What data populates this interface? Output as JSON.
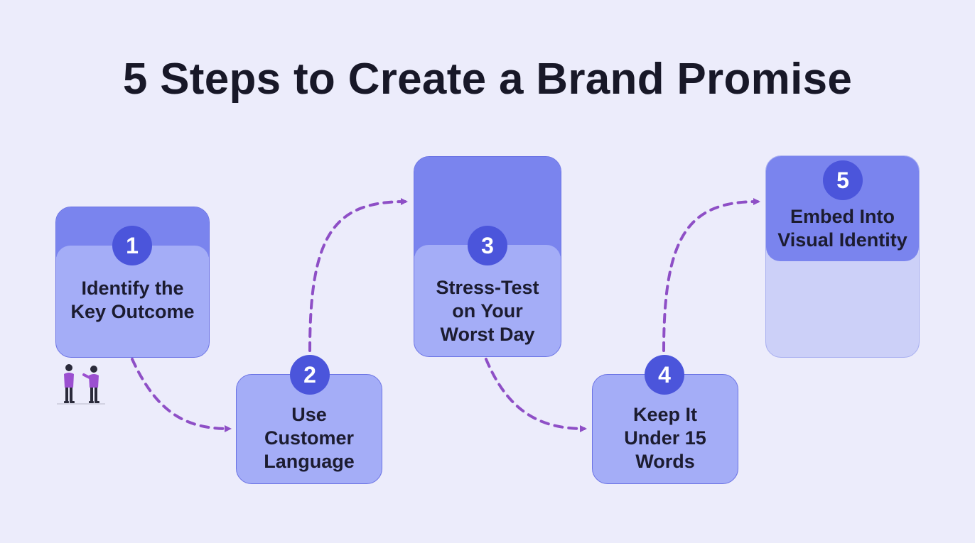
{
  "title": "5 Steps to Create a Brand Promise",
  "colors": {
    "background": "#ececfb",
    "card_fill": "#a4adf7",
    "card_header": "#7a84ee",
    "card_border": "#6a72e4",
    "badge": "#4b55db",
    "connector": "#8e4fc6",
    "text": "#181828"
  },
  "steps": [
    {
      "number": "1",
      "label": "Identify the\nKey Outcome"
    },
    {
      "number": "2",
      "label": "Use\nCustomer\nLanguage"
    },
    {
      "number": "3",
      "label": "Stress-Test\non Your\nWorst Day"
    },
    {
      "number": "4",
      "label": "Keep It\nUnder 15\nWords"
    },
    {
      "number": "5",
      "label": "Embed Into\nVisual Identity"
    }
  ],
  "decoration": {
    "illustration": "two-people-talking-icon"
  }
}
